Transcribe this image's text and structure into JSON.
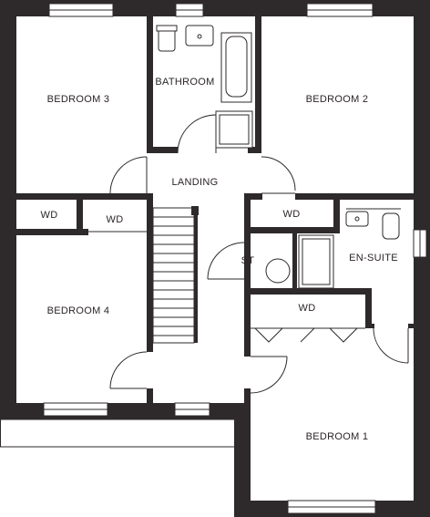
{
  "plan": {
    "rooms": {
      "bedroom3": "BEDROOM 3",
      "bathroom": "BATHROOM",
      "bedroom2": "BEDROOM 2",
      "landing": "LANDING",
      "wd_left": "WD",
      "wd_mid": "WD",
      "wd_right": "WD",
      "bedroom4": "BEDROOM 4",
      "st": "ST",
      "ensuite": "EN-SUITE",
      "wd_bed1": "WD",
      "bedroom1": "BEDROOM 1"
    },
    "colors": {
      "wall": "#2e292b",
      "background": "#ffffff"
    }
  }
}
